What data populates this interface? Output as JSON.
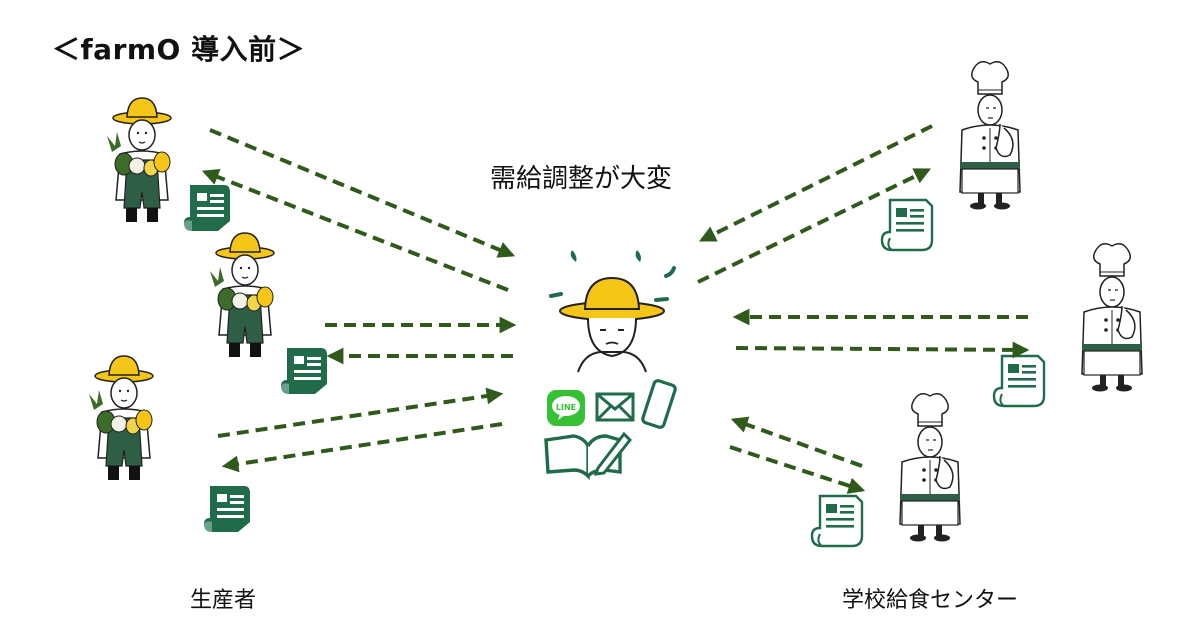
{
  "title": "＜farmO 導入前＞",
  "center_label": "需給調整が大変",
  "left_label": "生産者",
  "right_label": "学校給食センター",
  "line_badge_text": "LINE",
  "colors": {
    "arrow": "#2f5a1c",
    "doc_green": "#1f6b4a",
    "hat_yellow": "#f5c518",
    "chef_green": "#2e5e45",
    "line_green": "#35c134"
  },
  "icons": [
    "farmer-icon",
    "chef-icon",
    "document-icon",
    "line-app-icon",
    "mail-icon",
    "smartphone-icon",
    "notebook-pencil-icon",
    "sweat-drop-icon"
  ]
}
